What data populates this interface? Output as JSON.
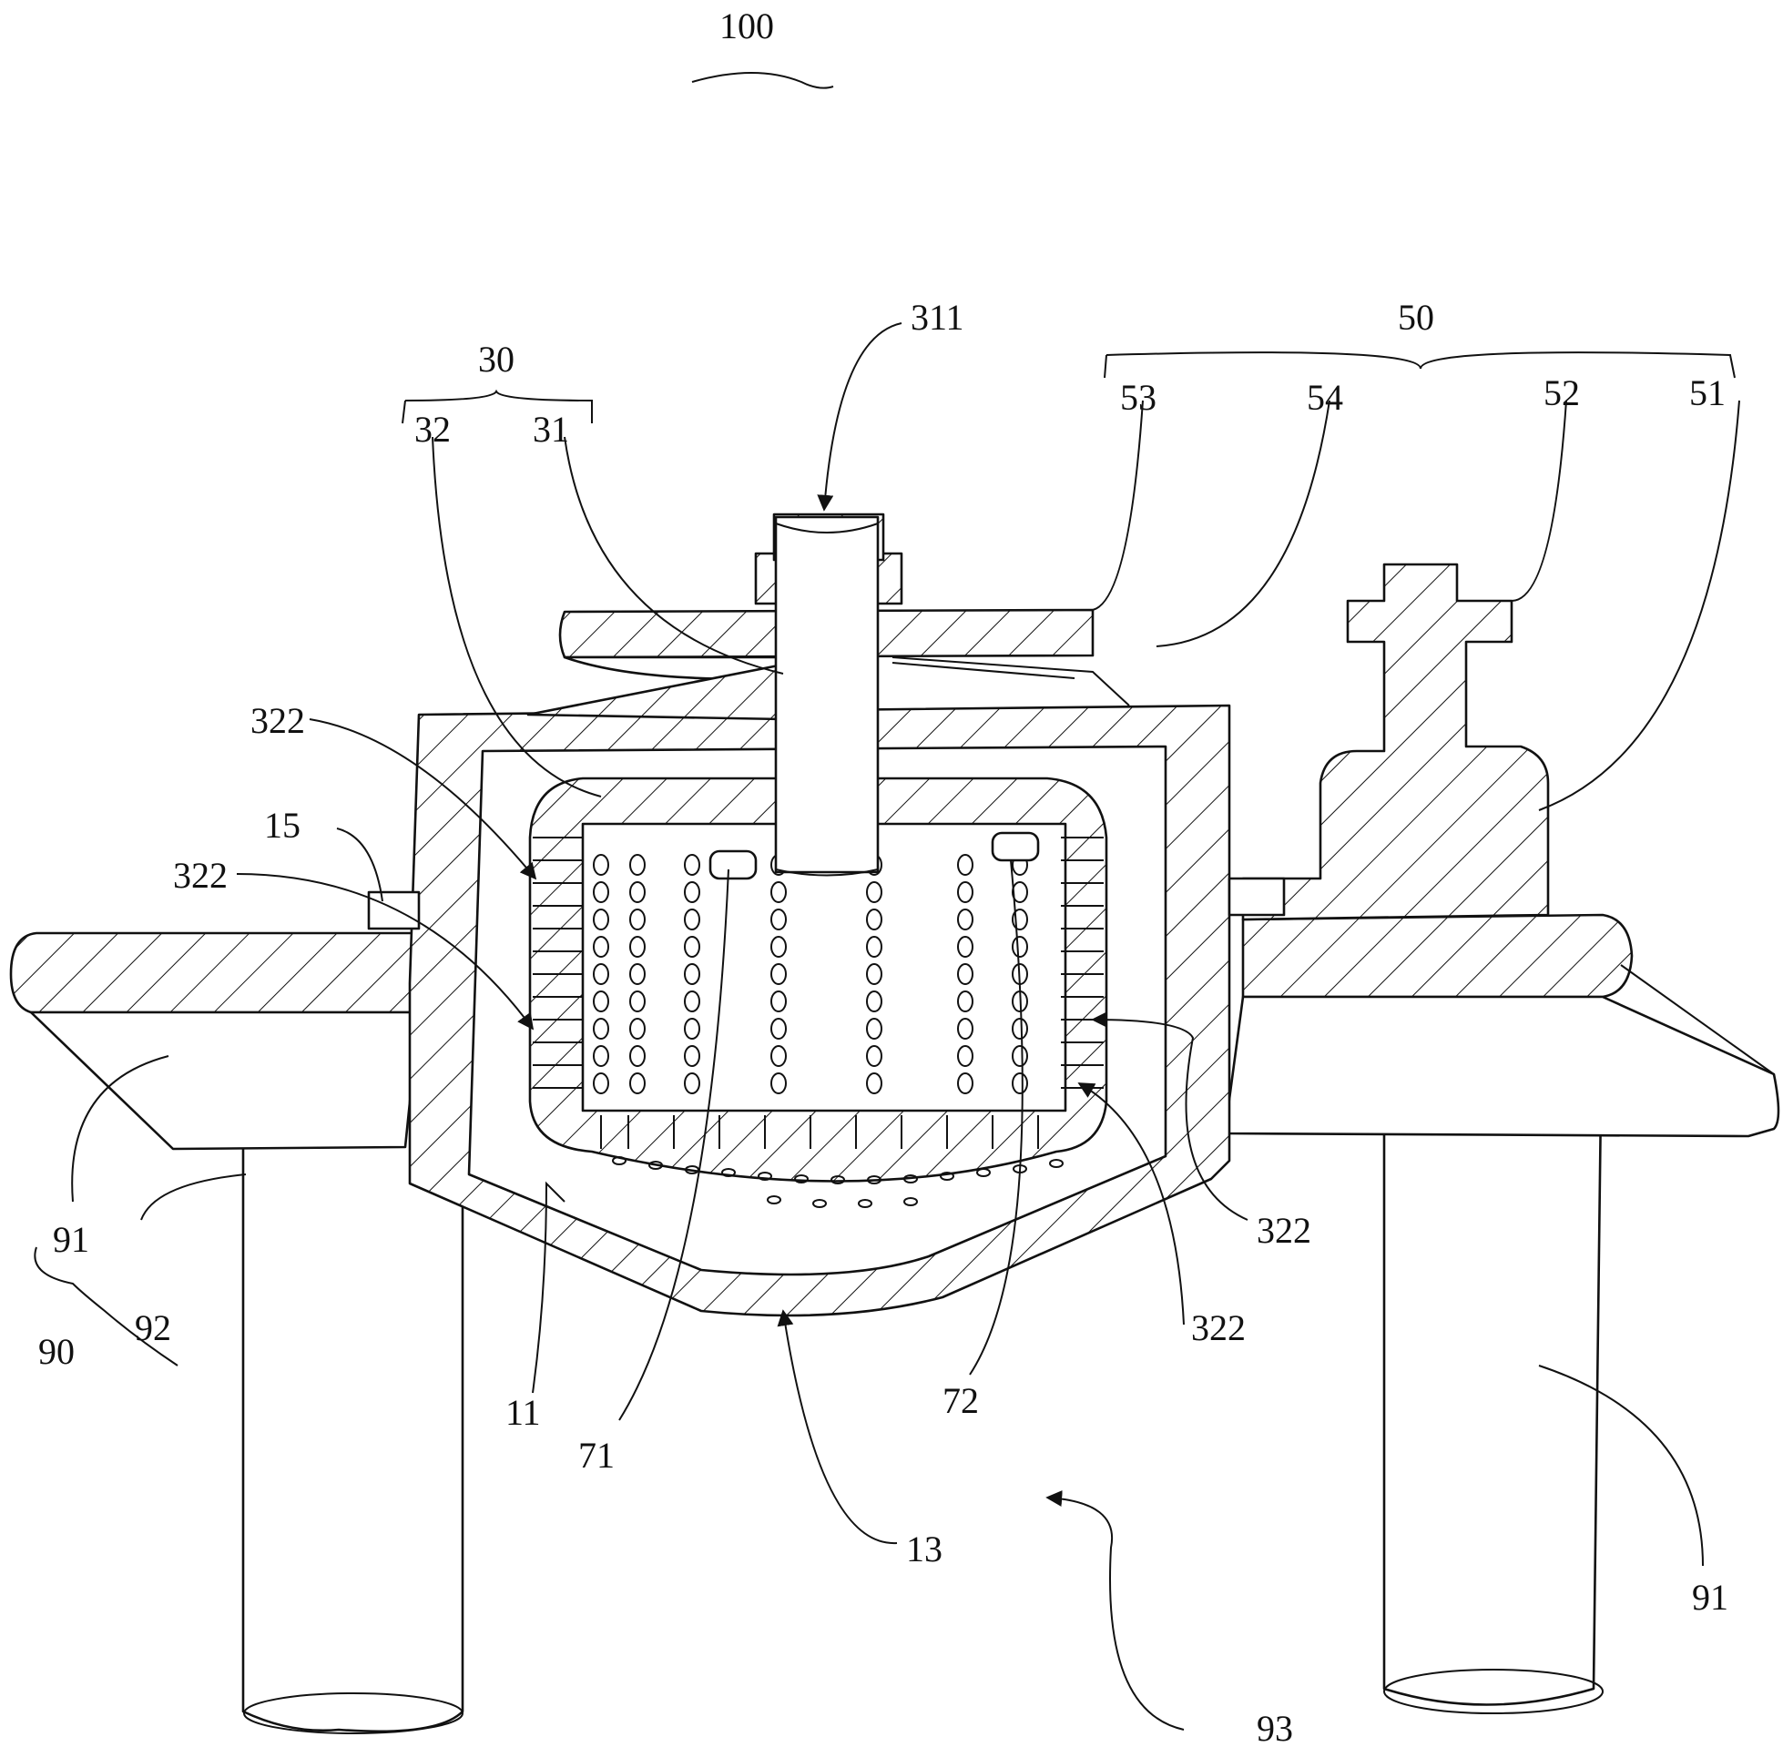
{
  "figure": {
    "labels": {
      "l100": "100",
      "l311": "311",
      "l50": "50",
      "l30": "30",
      "l32": "32",
      "l31": "31",
      "l53": "53",
      "l54": "54",
      "l52": "52",
      "l51": "51",
      "l322a": "322",
      "l15": "15",
      "l322b": "322",
      "l91a": "91",
      "l92": "92",
      "l90": "90",
      "l11": "11",
      "l71": "71",
      "l13": "13",
      "l72": "72",
      "l322c": "322",
      "l322d": "322",
      "l91b": "91",
      "l93": "93"
    },
    "line_color": "#111111",
    "background_color": "#ffffff"
  }
}
